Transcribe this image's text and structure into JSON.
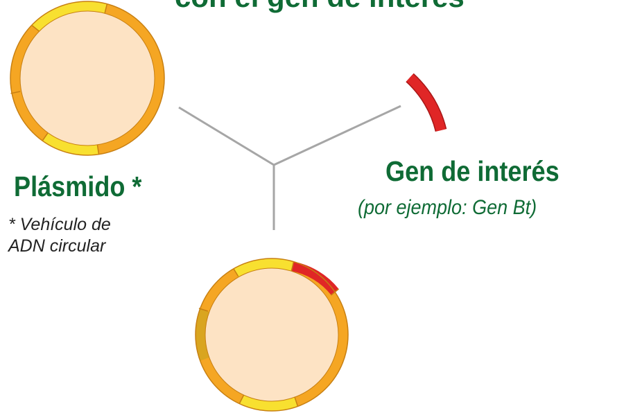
{
  "title_fragment": "con el gen de interés",
  "plasmid": {
    "label": "Plásmido *",
    "note_lines": [
      "* Vehículo de",
      "ADN circular"
    ]
  },
  "gene": {
    "label": "Gen de interés",
    "example": "(por ejemplo: Gen Bt)"
  },
  "colors": {
    "label_green": "#0f6b35",
    "note_text": "#222222",
    "plasmid_fill": "#fde3c4",
    "ring_orange": "#f5a623",
    "ring_yellow": "#f8e030",
    "ring_dark_yellow": "#d9a520",
    "gene_red": "#e02626",
    "connector_gray": "#a6a6a6",
    "ring_outline": "#c77f12"
  }
}
